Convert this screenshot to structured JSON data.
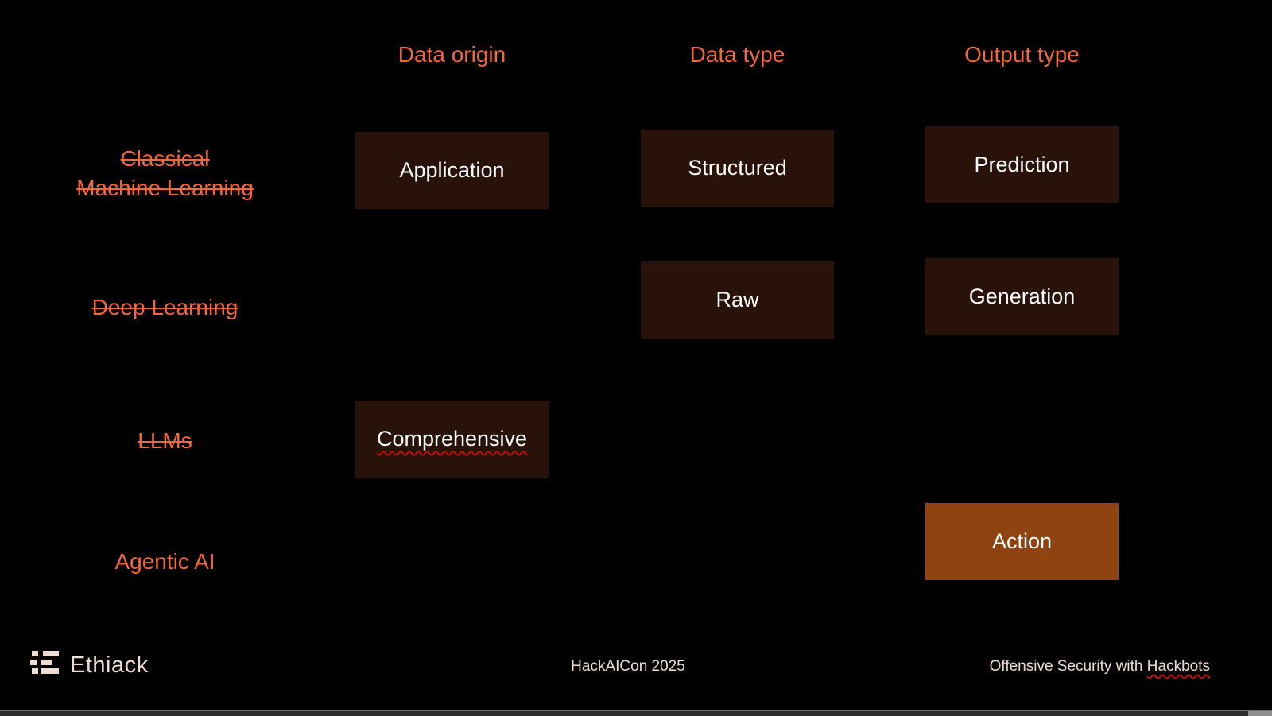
{
  "slide": {
    "background": "#000000",
    "accent_orange": "#F3673A",
    "box_dark": "#29120A",
    "box_highlight": "#8E4310",
    "box_text_color": "#FFFFFF",
    "footer_text_color": "#EFDCD3",
    "squiggle_color": "#B51508"
  },
  "headers": {
    "data_origin": "Data origin",
    "data_type": "Data type",
    "output_type": "Output type"
  },
  "rows": {
    "classical": {
      "line1": "Classical",
      "line2": "Machine Learning",
      "strikethrough": true
    },
    "deep": {
      "label": "Deep Learning",
      "strikethrough": true
    },
    "llms": {
      "label": "LLMs",
      "strikethrough": true
    },
    "agentic": {
      "label": "Agentic AI",
      "strikethrough": false
    }
  },
  "boxes": {
    "application": "Application",
    "structured": "Structured",
    "prediction": "Prediction",
    "raw": "Raw",
    "generation": "Generation",
    "comprehensive": "Comprehensive",
    "action": "Action"
  },
  "footer": {
    "brand": "Ethiack",
    "center": "HackAICon 2025",
    "right_prefix": "Offensive Security with ",
    "right_word": "Hackbots"
  }
}
